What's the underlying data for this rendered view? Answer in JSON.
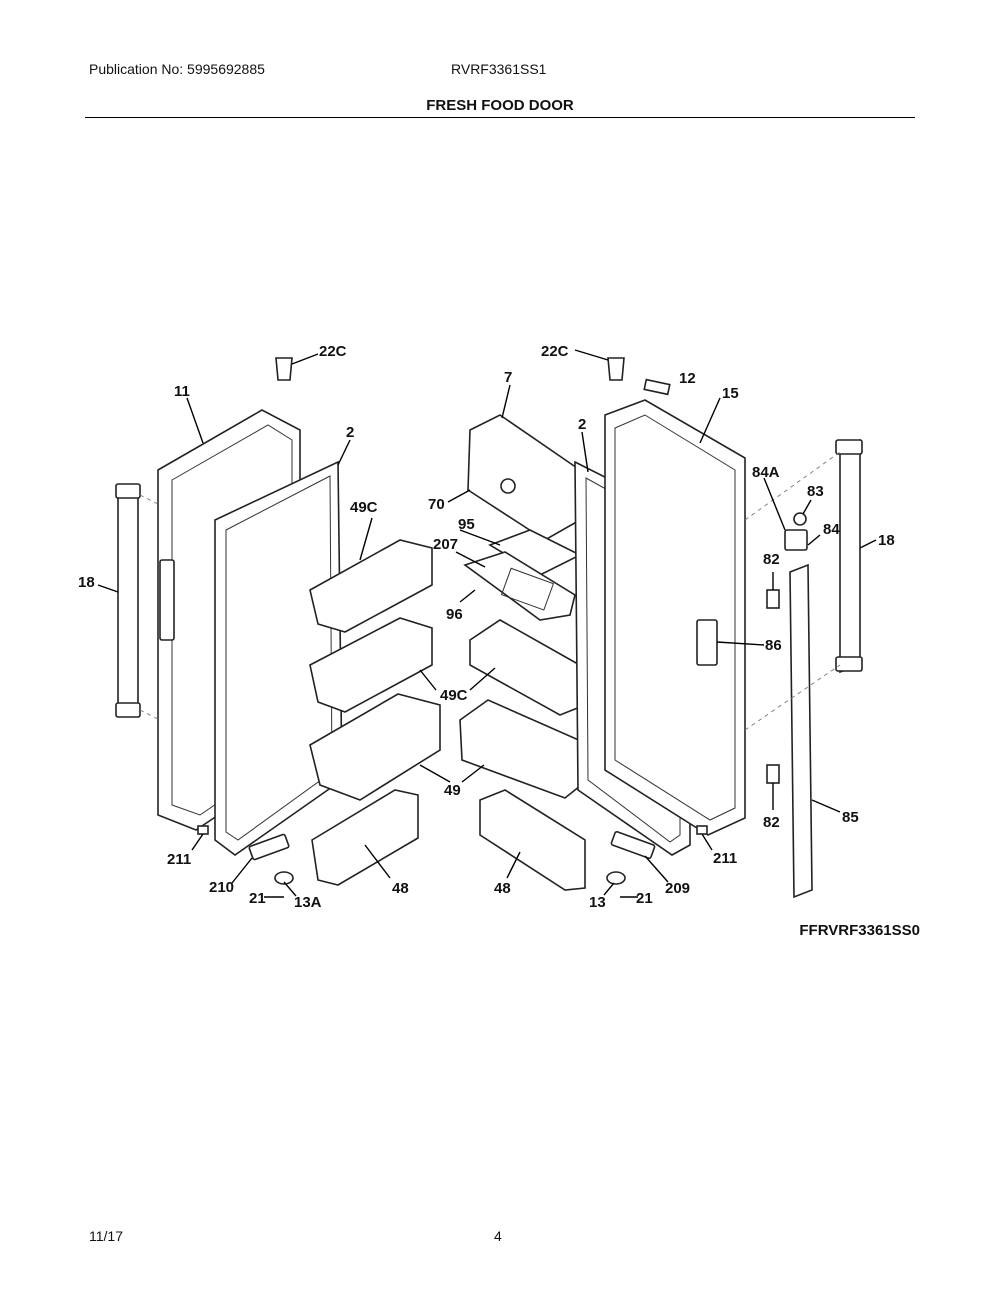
{
  "header": {
    "publication": "Publication No:  5995692885",
    "model": "RVRF3361SS1",
    "section_title": "FRESH FOOD DOOR"
  },
  "diagram": {
    "callouts": [
      "22C",
      "22C",
      "7",
      "12",
      "11",
      "15",
      "2",
      "2",
      "84A",
      "83",
      "84",
      "18",
      "18",
      "49C",
      "70",
      "95",
      "207",
      "82",
      "96",
      "86",
      "49C",
      "49",
      "82",
      "85",
      "211",
      "211",
      "210",
      "21",
      "13A",
      "48",
      "48",
      "13",
      "21",
      "209"
    ],
    "drawing_code": "FFRVRF3361SS0"
  },
  "footer": {
    "date": "11/17",
    "page": "4"
  }
}
